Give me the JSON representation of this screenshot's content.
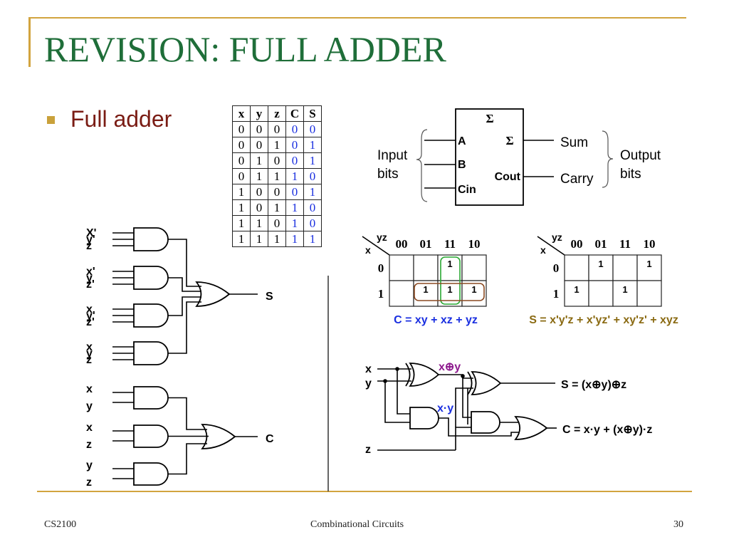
{
  "title": "REVISION: FULL ADDER",
  "bullet": "Full adder",
  "truth_table": {
    "headers": [
      "x",
      "y",
      "z",
      "C",
      "S"
    ],
    "rows": [
      [
        "0",
        "0",
        "0",
        "0",
        "0"
      ],
      [
        "0",
        "0",
        "1",
        "0",
        "1"
      ],
      [
        "0",
        "1",
        "0",
        "0",
        "1"
      ],
      [
        "0",
        "1",
        "1",
        "1",
        "0"
      ],
      [
        "1",
        "0",
        "0",
        "0",
        "1"
      ],
      [
        "1",
        "0",
        "1",
        "1",
        "0"
      ],
      [
        "1",
        "1",
        "0",
        "1",
        "0"
      ],
      [
        "1",
        "1",
        "1",
        "1",
        "1"
      ]
    ]
  },
  "block": {
    "sigma_top": "Σ",
    "pin_a": "A",
    "pin_b": "B",
    "pin_cin": "Cin",
    "sigma_out": "Σ",
    "pin_cout": "Cout",
    "input_label": [
      "Input",
      "bits"
    ],
    "sum": "Sum",
    "carry": "Carry",
    "output_label": [
      "Output",
      "bits"
    ]
  },
  "kmap_c": {
    "row_var": "x",
    "col_var": "yz",
    "col_heads": [
      "00",
      "01",
      "11",
      "10"
    ],
    "row_heads": [
      "0",
      "1"
    ],
    "cells": [
      [
        "",
        "",
        "1",
        ""
      ],
      [
        "",
        "1",
        "1",
        "1"
      ]
    ],
    "equation": "C = xy + xz + yz"
  },
  "kmap_s": {
    "row_var": "x",
    "col_var": "yz",
    "col_heads": [
      "00",
      "01",
      "11",
      "10"
    ],
    "row_heads": [
      "0",
      "1"
    ],
    "cells": [
      [
        "",
        "1",
        "",
        "1"
      ],
      [
        "1",
        "",
        "1",
        ""
      ]
    ],
    "equation": "S = x'y'z + x'yz' + xy'z' + xyz"
  },
  "sop_circuit": {
    "s_inputs": [
      [
        "X'",
        "y'",
        "z"
      ],
      [
        "x'",
        "y",
        "z'"
      ],
      [
        "x",
        "y'",
        "z'"
      ],
      [
        "x",
        "y",
        "z"
      ]
    ],
    "s_output": "S",
    "c_inputs": [
      [
        "x",
        "y"
      ],
      [
        "x",
        "z"
      ],
      [
        "y",
        "z"
      ]
    ],
    "c_output": "C"
  },
  "xor_circuit": {
    "in_x": "x",
    "in_y": "y",
    "in_z": "z",
    "xor_label": "x⊕y",
    "and_label": "x·y",
    "sum_out": "S = (x⊕y)⊕z",
    "carry_out": "C = x·y + (x⊕y)·z"
  },
  "footer": {
    "left": "CS2100",
    "center": "Combinational Circuits",
    "right": "30"
  },
  "colors": {
    "title": "#1f6e39",
    "accent": "#d2a43f",
    "bullet_text": "#7a1c14",
    "output_blue": "#1a2fe0",
    "s_eq_olive": "#8a6a12",
    "xor_label": "#8e1a8e"
  }
}
